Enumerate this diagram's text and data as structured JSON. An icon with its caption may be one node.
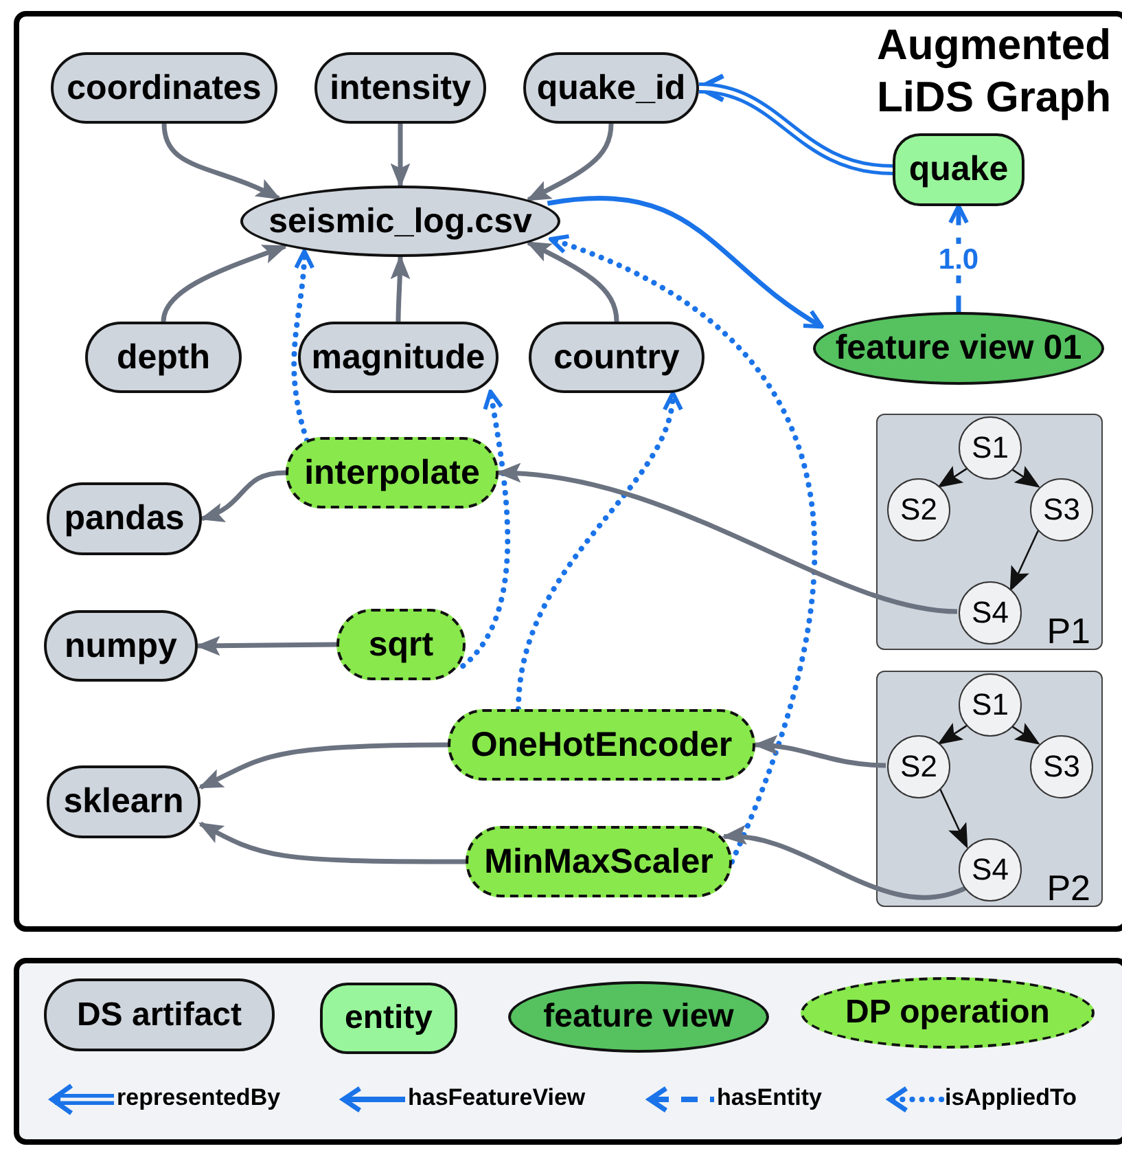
{
  "diagram": {
    "title": "Augmented LiDS Graph",
    "nodes": [
      {
        "text": [
          "coordinates"
        ]
      },
      {
        "text": [
          "intensity"
        ]
      },
      {
        "text": [
          "quake_id"
        ]
      },
      {
        "text": [
          "seismic_log.csv"
        ]
      },
      {
        "text": [
          "depth"
        ]
      },
      {
        "text": [
          "magnitude"
        ]
      },
      {
        "text": [
          "country"
        ]
      },
      {
        "text": [
          "quake"
        ]
      },
      {
        "text": [
          "feature view 01"
        ]
      },
      {
        "text": [
          "interpolate"
        ]
      },
      {
        "text": [
          "pandas"
        ]
      },
      {
        "text": [
          "sqrt"
        ]
      },
      {
        "text": [
          "numpy"
        ]
      },
      {
        "text": [
          "OneHotEncoder"
        ]
      },
      {
        "text": [
          "sklearn"
        ]
      },
      {
        "text": [
          "MinMaxScaler"
        ]
      },
      {
        "text": [
          "P1"
        ]
      },
      {
        "text": [
          "S1"
        ],
        "in": 16
      },
      {
        "text": [
          "S2"
        ],
        "in": 16
      },
      {
        "text": [
          "S3"
        ],
        "in": 16
      },
      {
        "text": [
          "S4"
        ],
        "in": 16
      },
      {
        "text": [
          "P2"
        ]
      },
      {
        "text": [
          "S1"
        ],
        "in": 21
      },
      {
        "text": [
          "S2"
        ],
        "in": 21
      },
      {
        "text": [
          "S3"
        ],
        "in": 21
      },
      {
        "text": [
          "S4"
        ],
        "in": 21
      }
    ],
    "edges": [
      {
        "from": 0,
        "to": 3,
        "arrow": "to"
      },
      {
        "from": 1,
        "to": 3,
        "arrow": "to"
      },
      {
        "from": 2,
        "to": 3,
        "arrow": "to"
      },
      {
        "from": 4,
        "to": 3,
        "arrow": "to"
      },
      {
        "from": 5,
        "to": 3,
        "arrow": "to"
      },
      {
        "from": 6,
        "to": 3,
        "arrow": "to"
      },
      {
        "from": 7,
        "to": 2,
        "arrow": "to",
        "style": "thick",
        "color": "#1a73e8"
      },
      {
        "from": 3,
        "to": 8,
        "arrow": "to",
        "color": "#1a73e8"
      },
      {
        "from": 8,
        "to": 7,
        "arrow": "to",
        "label": "1.0",
        "style": "dashed",
        "color": "#1a73e8"
      },
      {
        "from": 9,
        "to": 3,
        "arrow": "to",
        "style": "dashed",
        "color": "#1a73e8"
      },
      {
        "from": 11,
        "to": 5,
        "arrow": "to",
        "style": "dashed",
        "color": "#1a73e8"
      },
      {
        "from": 13,
        "to": 6,
        "arrow": "to",
        "style": "dashed",
        "color": "#1a73e8"
      },
      {
        "from": 15,
        "to": 3,
        "arrow": "to",
        "style": "dashed",
        "color": "#1a73e8"
      },
      {
        "from": 9,
        "to": 10,
        "arrow": "to"
      },
      {
        "from": 11,
        "to": 12,
        "arrow": "to"
      },
      {
        "from": 13,
        "to": 14,
        "arrow": "to"
      },
      {
        "from": 15,
        "to": 14,
        "arrow": "to"
      },
      {
        "from": 20,
        "to": 9,
        "arrow": "to"
      },
      {
        "from": 23,
        "to": 13,
        "arrow": "to"
      },
      {
        "from": 25,
        "to": 15,
        "arrow": "to"
      },
      {
        "from": 17,
        "to": 18,
        "arrow": "to",
        "color": "#111111"
      },
      {
        "from": 17,
        "to": 19,
        "arrow": "to",
        "color": "#111111"
      },
      {
        "from": 19,
        "to": 20,
        "arrow": "to",
        "color": "#111111"
      },
      {
        "from": 22,
        "to": 23,
        "arrow": "to",
        "color": "#111111"
      },
      {
        "from": 22,
        "to": 24,
        "arrow": "to",
        "color": "#111111"
      },
      {
        "from": 23,
        "to": 25,
        "arrow": "to",
        "color": "#111111"
      }
    ],
    "legend": [
      {
        "text": "DS artifact",
        "color": "#cfd5dd"
      },
      {
        "text": "entity",
        "color": "#98f59b"
      },
      {
        "text": "feature view",
        "color": "#55c25f"
      },
      {
        "text": "DP operation",
        "color": "#88e84c"
      },
      {
        "text": "representedBy"
      },
      {
        "text": "hasFeatureView"
      },
      {
        "text": "hasEntity"
      },
      {
        "text": "isAppliedTo"
      }
    ]
  }
}
